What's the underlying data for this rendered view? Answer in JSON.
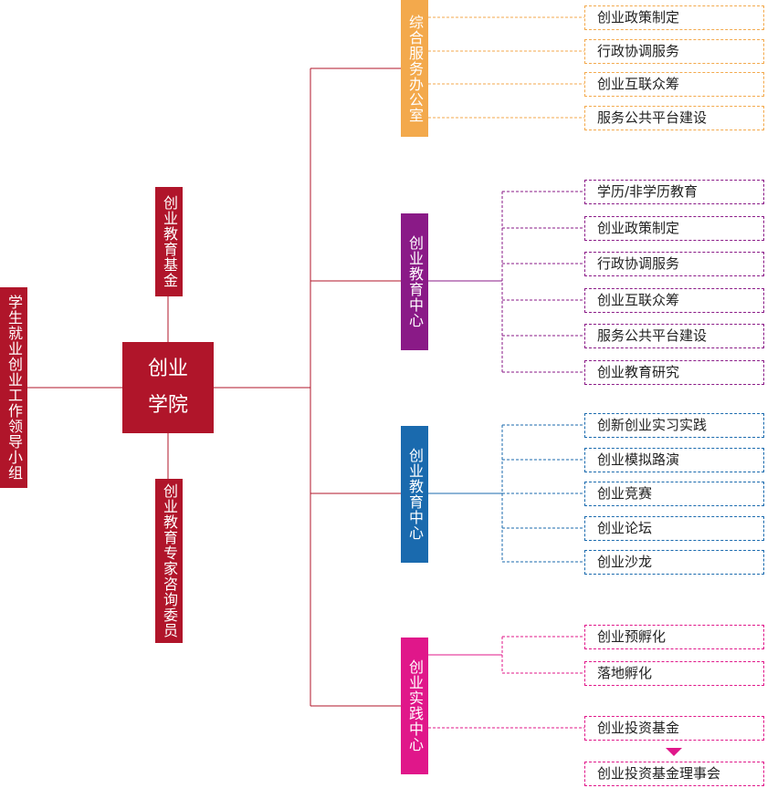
{
  "colors": {
    "crimson": "#b0152a",
    "orange": "#f3a94c",
    "purple": "#8a1a87",
    "blue": "#1a6aae",
    "magenta": "#e0178a"
  },
  "leader_group": "学生就业创业工作领导小组",
  "core": {
    "line1": "创业",
    "line2": "学院"
  },
  "fund": "创业教育基金",
  "experts": "创业教育专家咨询委员",
  "offices": [
    {
      "label": "综合服务办公室",
      "color": "orange",
      "items": [
        "创业政策制定",
        "行政协调服务",
        "创业互联众筹",
        "服务公共平台建设"
      ]
    },
    {
      "label": "创业教育中心",
      "color": "purple",
      "items": [
        "学历/非学历教育",
        "创业政策制定",
        "行政协调服务",
        "创业互联众筹",
        "服务公共平台建设",
        "创业教育研究"
      ]
    },
    {
      "label": "创业教育中心",
      "color": "blue",
      "items": [
        "创新创业实习实践",
        "创业模拟路演",
        "创业竞赛",
        "创业论坛",
        "创业沙龙"
      ]
    },
    {
      "label": "创业实践中心",
      "color": "magenta",
      "items": [
        "创业预孵化",
        "落地孵化",
        "创业投资基金",
        "创业投资基金理事会"
      ]
    }
  ]
}
